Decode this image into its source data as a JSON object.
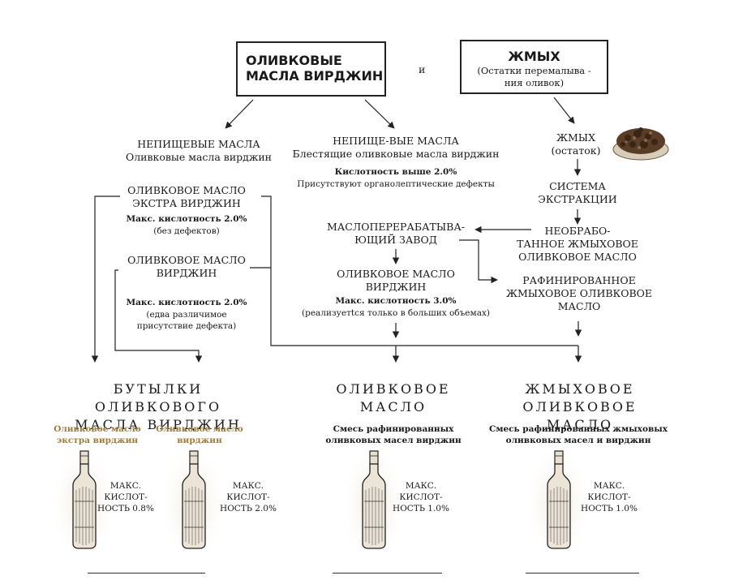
{
  "top": {
    "box_left": [
      "ОЛИВКОВЫЕ",
      "МАСЛА  ВИРДЖИН"
    ],
    "connector": "и",
    "box_right_title": "ЖМЫХ",
    "box_right_sub": [
      "(Остатки перемалыва -",
      "ния оливок)"
    ]
  },
  "left": {
    "heading": [
      "НЕПИЩЕВЫЕ МАСЛА",
      "Оливковые масла вирджин"
    ],
    "extra": [
      "ОЛИВКОВОЕ МАСЛО",
      "ЭКСТРА ВИРДЖИН"
    ],
    "extra_acid": "Макс. кислотность 2.0%",
    "extra_note": "(без дефектов)",
    "virgin": [
      "ОЛИВКОВОЕ МАСЛО",
      "ВИРДЖИН"
    ],
    "virgin_acid": "Макс. кислотность 2.0%",
    "virgin_note": [
      "(едва различимое",
      "присутствие дефекта)"
    ]
  },
  "middle": {
    "heading": [
      "НЕПИЩЕ-ВЫЕ МАСЛА",
      "Блестящие оливковые масла вирджин"
    ],
    "acid": "Кислотность выше 2.0%",
    "note": "Присутствуют органолептические дефекты",
    "plant": [
      "МАСЛОПЕРЕРАБАТЫВА-",
      "ЮЩИЙ ЗАВОД"
    ],
    "virgin": [
      "ОЛИВКОВОЕ МАСЛО",
      "ВИРДЖИН"
    ],
    "virgin_acid": "Макс. кислотность 3.0%",
    "virgin_note": "(реализуетtся только в больших объемах)"
  },
  "right": {
    "pomace": [
      "ЖМЫХ",
      "(остаток)"
    ],
    "extraction": [
      "СИСТЕМА",
      "ЭКСТРАКЦИИ"
    ],
    "crude": [
      "НЕОБРАБО-",
      "ТАННОЕ ЖМЫХОВОЕ",
      "ОЛИВКОВОЕ МАСЛО"
    ],
    "refined": [
      "РАФИНИРОВАННОЕ",
      "ЖМЫХОВОЕ ОЛИВКОВОЕ",
      "МАСЛО"
    ]
  },
  "bottom": {
    "col1_title": [
      "БУТЫЛКИ ОЛИВКОВОГО",
      "МАСЛА ВИРДЖИН"
    ],
    "col1_a_label": [
      "Оливковое масло",
      "экстра вирджин"
    ],
    "col1_a_acid": [
      "МАКС.",
      "КИСЛОТ-",
      "НОСТЬ 0.8%"
    ],
    "col1_b_label": [
      "Оливковое масло",
      "вирджин"
    ],
    "col1_b_acid": [
      "МАКС.",
      "КИСЛОТ-",
      "НОСТЬ 2.0%"
    ],
    "col2_title": [
      "ОЛИВКОВОЕ",
      "МАСЛО"
    ],
    "col2_desc": [
      "Смесь рафинированных",
      "оливковых масел вирджин"
    ],
    "col2_acid": [
      "МАКС.",
      "КИСЛОТ-",
      "НОСТЬ 1.0%"
    ],
    "col3_title": [
      "ЖМЫХОВОЕ ОЛИВКОВОЕ",
      "МАСЛО"
    ],
    "col3_desc": [
      "Смесь рафинированных жмыховых",
      "оливковых масел  и вирджин"
    ],
    "col3_acid": [
      "МАКС.",
      "КИСЛОТ-",
      "НОСТЬ 1.0%"
    ]
  },
  "colors": {
    "ink": "#1a1a1a",
    "gold": "#a07c3a",
    "paper": "#ffffff"
  },
  "icons": [
    "pomace-bowl-illustration",
    "olive-oil-bottle-illustration"
  ]
}
